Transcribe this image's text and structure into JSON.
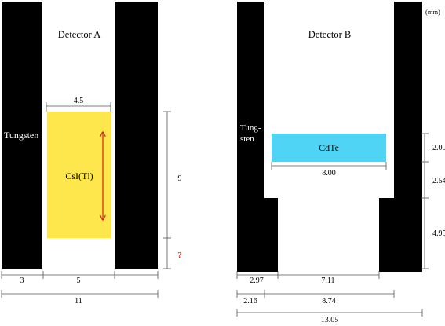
{
  "detector_a": {
    "title": "Detector A",
    "wall_label": "Tungsten",
    "crystal_label": "CsI(Tl)",
    "dimensions": {
      "crystal_width": "4.5",
      "height": "9",
      "unknown": "?",
      "wall_thickness": "3",
      "gap_width": "5",
      "total_width": "11"
    }
  },
  "detector_b": {
    "title": "Detector B",
    "unit": "(mm)",
    "wall_label_line1": "Tung-",
    "wall_label_line2": "sten",
    "crystal_label": "CdTe",
    "dimensions": {
      "crystal_width": "8.00",
      "crystal_thickness": "2.00",
      "gap_below_crystal": "2.54",
      "collimator_depth": "4.95",
      "lower_wall_thickness": "2.97",
      "lower_gap_width": "7.11",
      "upper_wall_thickness": "2.16",
      "upper_gap_width": "8.74",
      "total_width": "13.05"
    }
  },
  "colors": {
    "tungsten": "#000000",
    "csi": "#fde74c",
    "cdte": "#4fd4f5",
    "arrow": "#d0231f",
    "line": "#555555"
  }
}
